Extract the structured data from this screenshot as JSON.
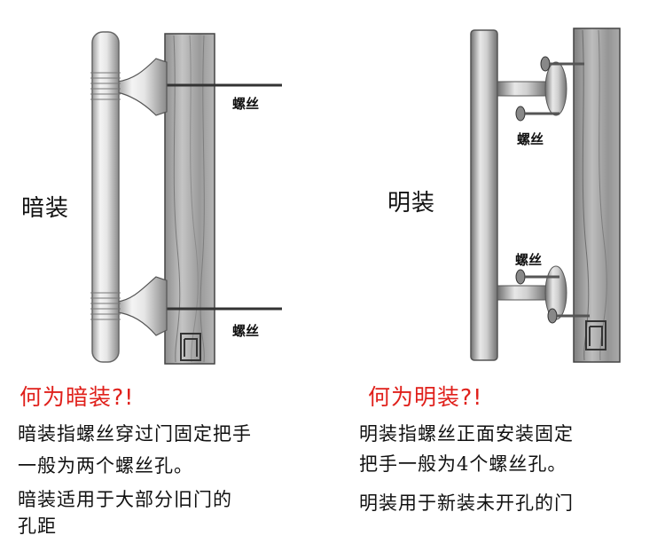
{
  "left": {
    "label": "暗装",
    "screw_label_top": "螺丝",
    "screw_label_bottom": "螺丝",
    "heading": "何为暗装?!",
    "desc_line1": "暗装指螺丝穿过门固定把手",
    "desc_line2": "一般为两个螺丝孔。",
    "desc_line3": "暗装适用于大部分旧门的",
    "desc_line4": "孔距"
  },
  "right": {
    "label": "明装",
    "screw_label_top": "螺丝",
    "screw_label_bottom": "螺丝",
    "heading": "何为明装?!",
    "desc_line1": "明装指螺丝正面安装固定",
    "desc_line2": "把手一般为4个螺丝孔。",
    "desc_line3": "明装用于新装未开孔的门"
  },
  "colors": {
    "heading_red": "#e0201b",
    "wood": "#a9a9a9",
    "metal": "#d8d8d8"
  }
}
